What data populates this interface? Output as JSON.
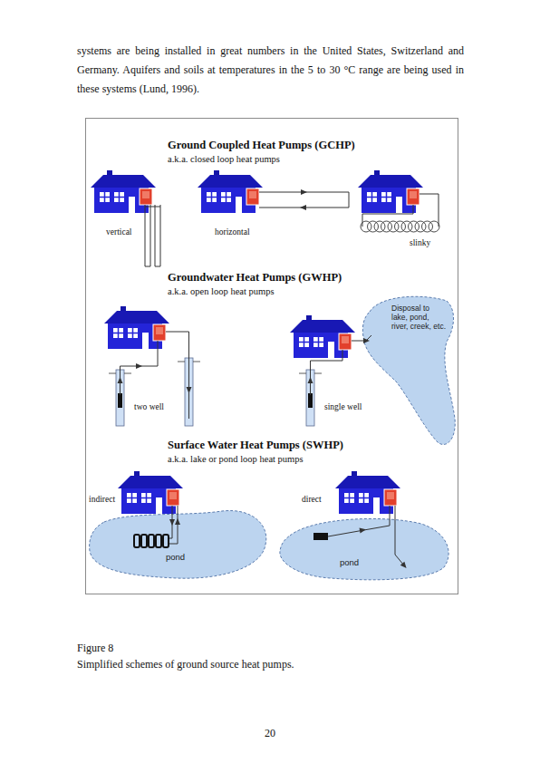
{
  "diagram": {
    "caption": "Simplified schemes of ground source heat pumps.",
    "nodes": [
      {
        "text": [
          "Disposal to lake, pond, river, creek, etc."
        ]
      },
      {
        "text": [
          "pond"
        ]
      },
      {
        "text": [
          "pond"
        ]
      }
    ],
    "labels": [
      "systems are being installed in great numbers in the United States, Switzerland and Germany. Aquifers and soils at temperatures in the 5 to 30 °C range are being used in these systems (Lund, 1996).",
      "Ground Coupled Heat Pumps (GCHP)",
      "a.k.a. closed loop heat pumps",
      "vertical",
      "horizontal",
      "slinky",
      "Groundwater Heat Pumps (GWHP)",
      "a.k.a. open loop heat pumps",
      "two well",
      "single well",
      "Surface Water Heat Pumps (SWHP)",
      "a.k.a. lake or pond loop heat pumps",
      "indirect",
      "direct",
      "Figure 8",
      "20"
    ]
  }
}
